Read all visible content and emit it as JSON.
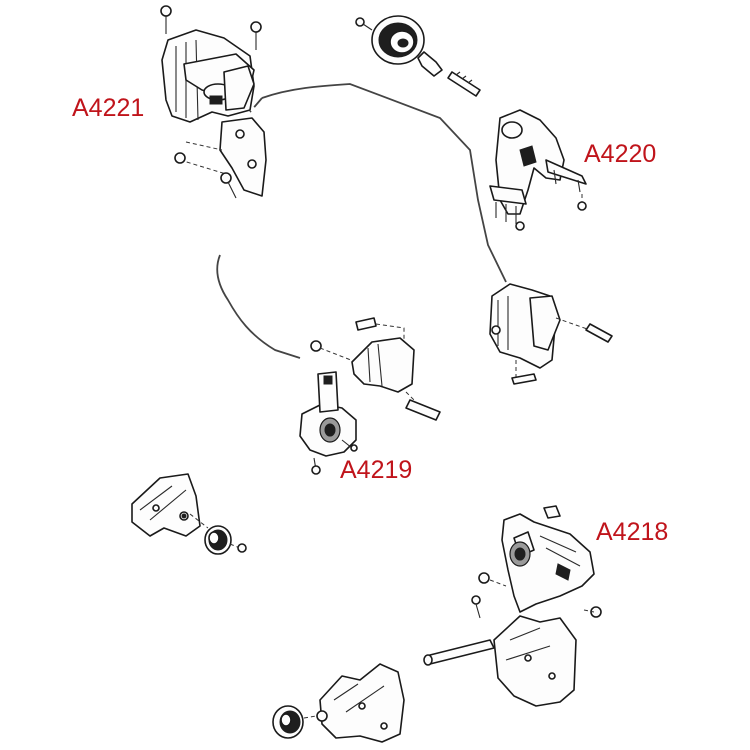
{
  "labels": [
    {
      "id": "a4221",
      "text": "A4221"
    },
    {
      "id": "a4220",
      "text": "A4220"
    },
    {
      "id": "a4219",
      "text": "A4219"
    },
    {
      "id": "a4218",
      "text": "A4218"
    }
  ],
  "colors": {
    "label": "#c0141b",
    "line": "#1a1a1a",
    "background": "#ffffff"
  }
}
